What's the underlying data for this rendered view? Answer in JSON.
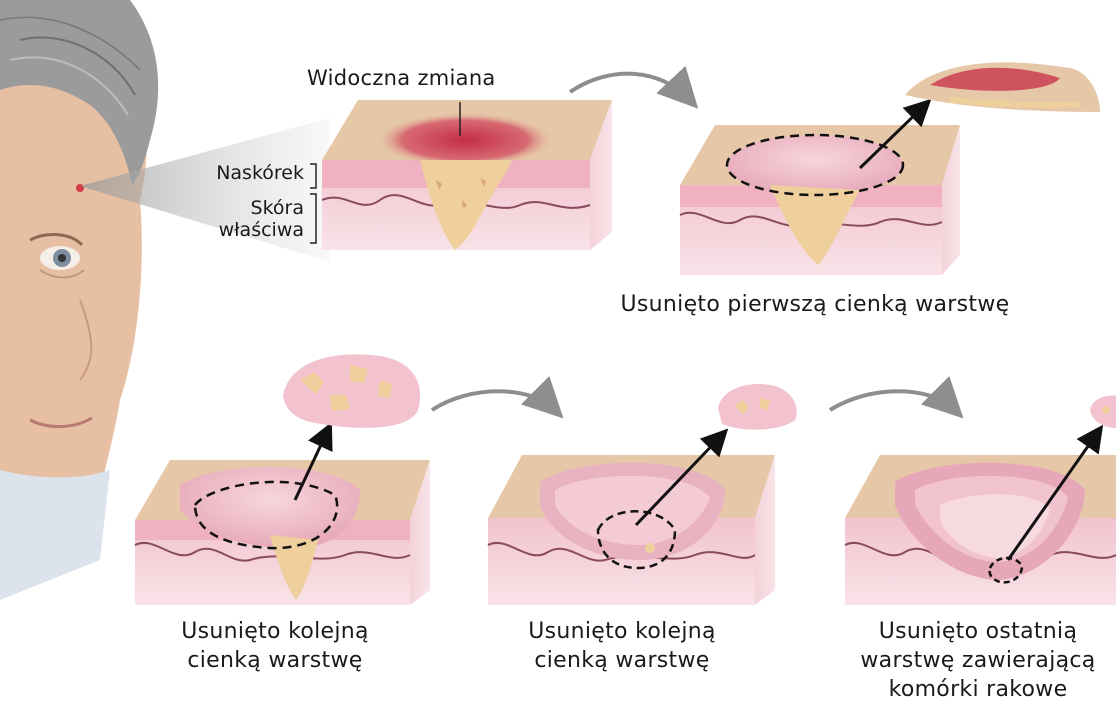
{
  "labels": {
    "visible_lesion": "Widoczna zmiana",
    "epidermis": "Naskórek",
    "dermis_line1": "Skóra",
    "dermis_line2": "właściwa"
  },
  "captions": {
    "step1": "Usunięto pierwszą cienką warstwę",
    "step2": {
      "line1": "Usunięto kolejną",
      "line2": "cienką warstwę"
    },
    "step3": {
      "line1": "Usunięto kolejną",
      "line2": "cienką warstwę"
    },
    "step4": {
      "line1": "Usunięto ostatnią",
      "line2": "warstwę zawierającą",
      "line3": "komórki rakowe"
    }
  },
  "colors": {
    "skin_top": "#e6c8a8",
    "dermis": "#f3c9d3",
    "dermis_deep": "#f8dde4",
    "epidermis": "#f1b6c4",
    "wave": "#8a4a5e",
    "tumor": "#efcf9c",
    "lesion": "#c9364c",
    "arrow_grey": "#8e8e8e",
    "hair": "#8f8f8f",
    "face": "#e9c2a6"
  }
}
